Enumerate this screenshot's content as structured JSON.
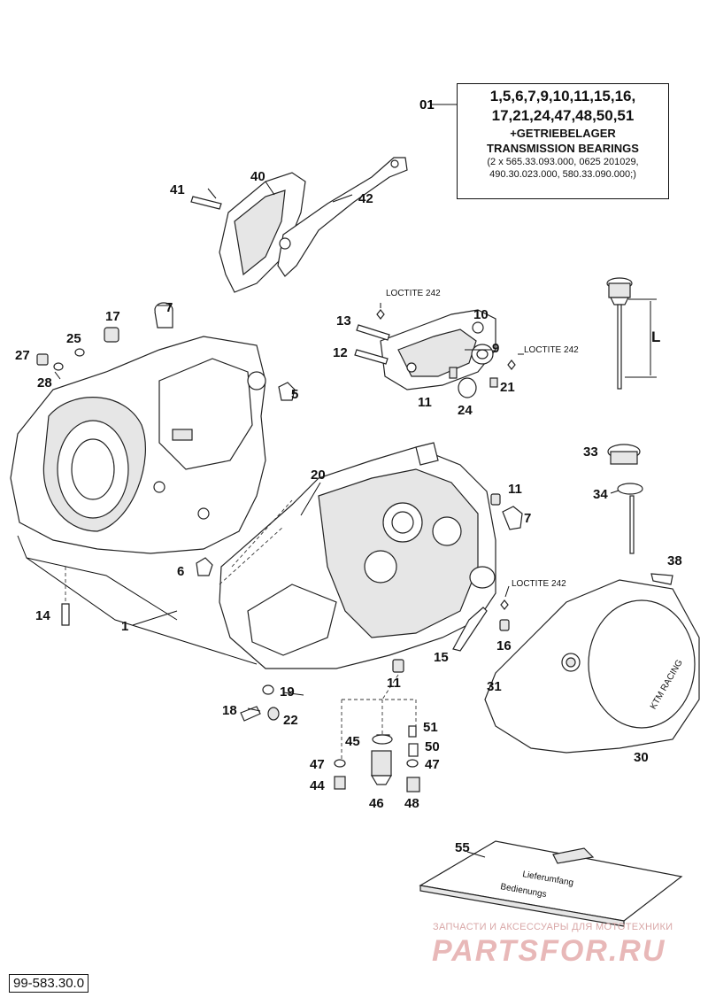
{
  "kit": {
    "label": "01",
    "line1": "1,5,6,7,9,10,11,15,16,",
    "line2": "17,21,24,47,48,50,51",
    "line3": "+GETRIEBELAGER",
    "line4": "TRANSMISSION BEARINGS",
    "line5": "(2 x 565.33.093.000, 0625 201029,",
    "line6": "490.30.023.000, 580.33.090.000;)"
  },
  "notes": {
    "loctite_a": "LOCTITE 242",
    "loctite_b": "LOCTITE 242",
    "loctite_c": "LOCTITE 242",
    "dipstick_dim": "L"
  },
  "callouts": [
    {
      "id": "c40",
      "text": "40"
    },
    {
      "id": "c41",
      "text": "41"
    },
    {
      "id": "c42",
      "text": "42"
    },
    {
      "id": "c7a",
      "text": "7"
    },
    {
      "id": "c17",
      "text": "17"
    },
    {
      "id": "c25",
      "text": "25"
    },
    {
      "id": "c27",
      "text": "27"
    },
    {
      "id": "c28",
      "text": "28"
    },
    {
      "id": "c5",
      "text": "5"
    },
    {
      "id": "c13",
      "text": "13"
    },
    {
      "id": "c10",
      "text": "10"
    },
    {
      "id": "c12",
      "text": "12"
    },
    {
      "id": "c9",
      "text": "9"
    },
    {
      "id": "c21",
      "text": "21"
    },
    {
      "id": "c11a",
      "text": "11"
    },
    {
      "id": "c24",
      "text": "24"
    },
    {
      "id": "c33",
      "text": "33"
    },
    {
      "id": "c34",
      "text": "34"
    },
    {
      "id": "c20",
      "text": "20"
    },
    {
      "id": "c11b",
      "text": "11"
    },
    {
      "id": "c7b",
      "text": "7"
    },
    {
      "id": "c6",
      "text": "6"
    },
    {
      "id": "c38",
      "text": "38"
    },
    {
      "id": "c14",
      "text": "14"
    },
    {
      "id": "c1",
      "text": "1"
    },
    {
      "id": "c16",
      "text": "16"
    },
    {
      "id": "c15",
      "text": "15"
    },
    {
      "id": "c11c",
      "text": "11"
    },
    {
      "id": "c31",
      "text": "31"
    },
    {
      "id": "c19",
      "text": "19"
    },
    {
      "id": "c18",
      "text": "18"
    },
    {
      "id": "c22",
      "text": "22"
    },
    {
      "id": "c51",
      "text": "51"
    },
    {
      "id": "c45",
      "text": "45"
    },
    {
      "id": "c50",
      "text": "50"
    },
    {
      "id": "c47a",
      "text": "47"
    },
    {
      "id": "c47b",
      "text": "47"
    },
    {
      "id": "c44",
      "text": "44"
    },
    {
      "id": "c46",
      "text": "46"
    },
    {
      "id": "c48",
      "text": "48"
    },
    {
      "id": "c30",
      "text": "30"
    },
    {
      "id": "c55",
      "text": "55"
    }
  ],
  "manual": {
    "cover_line1": "Lieferumfang",
    "cover_line2": "Bedienungs"
  },
  "cover_logo": "KTM RACING",
  "drawing_number": "99-583.30.0",
  "watermark": {
    "tagline": "ЗАПЧАСТИ И АКСЕССУАРЫ ДЛЯ МОТОТЕХНИКИ",
    "logo": "PARTSFOR.RU"
  }
}
